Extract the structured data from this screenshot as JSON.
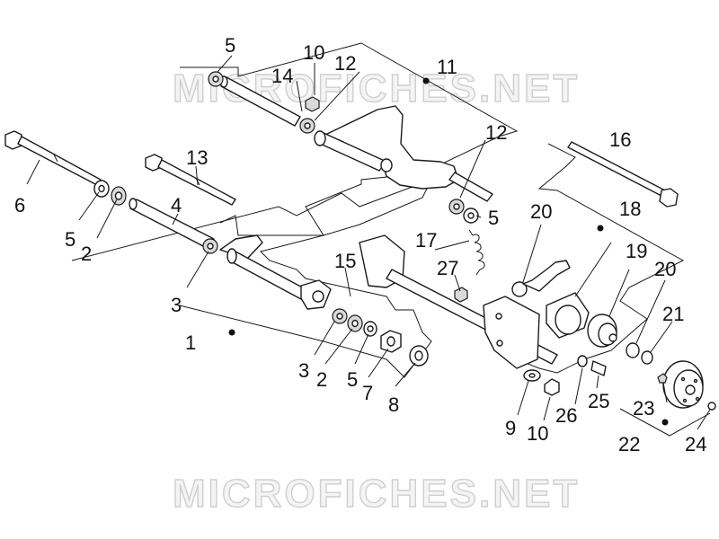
{
  "watermark": {
    "top": "MICROFICHES.NET",
    "bottom": "MICROFICHES.NET"
  },
  "callouts": {
    "c1": "1",
    "c2a": "2",
    "c2b": "2",
    "c3a": "3",
    "c3b": "3",
    "c4": "4",
    "c5a": "5",
    "c5b": "5",
    "c5c": "5",
    "c5d": "5",
    "c6": "6",
    "c7": "7",
    "c8": "8",
    "c9": "9",
    "c10a": "10",
    "c10b": "10",
    "c11": "11",
    "c12a": "12",
    "c12b": "12",
    "c13": "13",
    "c14": "14",
    "c15": "15",
    "c16": "16",
    "c17": "17",
    "c18": "18",
    "c19": "19",
    "c20a": "20",
    "c20b": "20",
    "c21": "21",
    "c22": "22",
    "c23": "23",
    "c24": "24",
    "c25": "25",
    "c26": "26",
    "c27": "27"
  }
}
